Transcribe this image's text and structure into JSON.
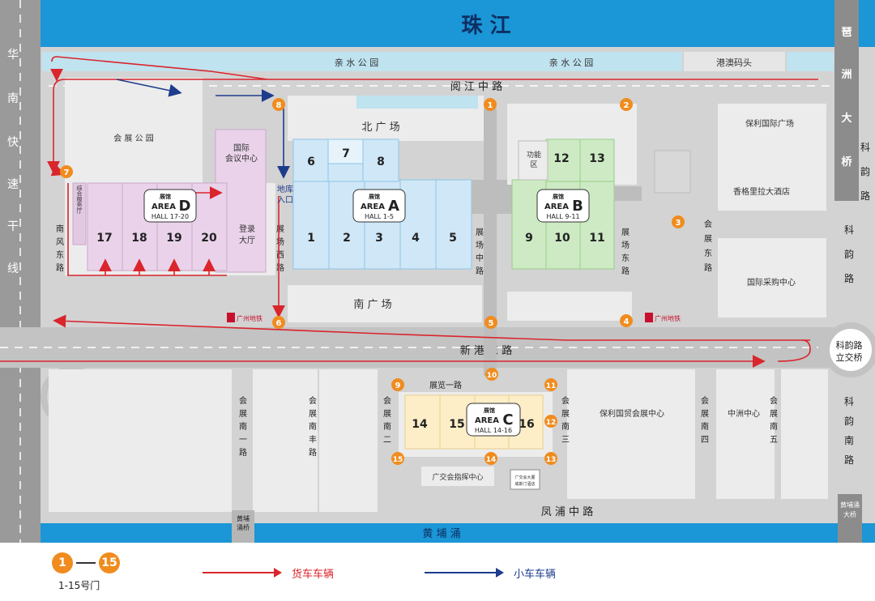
{
  "colors": {
    "river": "#1b96d6",
    "road": "#d3d3d3",
    "block": "#ececec",
    "hall_a": "#cfe7f7",
    "hall_b": "#cdeac4",
    "hall_c": "#fdeec7",
    "hall_d": "#ead3ea",
    "gate": "#f08c1e",
    "truck_route": "#d9252c",
    "car_route": "#1e3c8c"
  },
  "river_north": "珠 江",
  "river_south": "黄 埔 涌",
  "parks": {
    "qinshui_1": "亲 水 公 园",
    "qinshui_2": "亲 水 公 园",
    "gangao_pier": "港澳码头"
  },
  "roads": {
    "yuejiang": "阅 江 中 路",
    "xingang": "新 港 东 路",
    "fengpu": "凤 浦 中 路",
    "zhanlan_yi": "展览一路",
    "huanan": [
      "华",
      "南",
      "快",
      "速",
      "干",
      "线"
    ],
    "pazhou_bridge": [
      "琶",
      "洲",
      "大",
      "桥"
    ],
    "keyun": [
      "科",
      "韵",
      "路"
    ],
    "keyun_south": [
      "科",
      "韵",
      "南",
      "路"
    ],
    "keyun_overpass": [
      "科韵路",
      "立交桥"
    ],
    "nanfeng_east": [
      "南",
      "风",
      "东",
      "路"
    ],
    "zhanchang_west": [
      "展",
      "场",
      "西",
      "路"
    ],
    "zhanchang_mid": [
      "展",
      "场",
      "中",
      "路"
    ],
    "zhanchang_east": [
      "展",
      "场",
      "东",
      "路"
    ],
    "huizhan_east": [
      "会",
      "展",
      "东",
      "路"
    ],
    "huizhan_south_1": [
      "会",
      "展",
      "南",
      "一",
      "路"
    ],
    "huizhan_south_feng": [
      "会",
      "展",
      "南",
      "丰",
      "路"
    ],
    "huizhan_south_2": [
      "会",
      "展",
      "南",
      "二",
      "路"
    ],
    "huizhan_south_3": [
      "会",
      "展",
      "南",
      "三",
      "路"
    ],
    "huizhan_south_4": [
      "会",
      "展",
      "南",
      "四",
      "路"
    ],
    "huizhan_south_5": [
      "会",
      "展",
      "南",
      "五",
      "路"
    ],
    "huangpuyong_bridge_1": [
      "黄埔",
      "涌桥"
    ],
    "huangpuyong_bridge_2": [
      "黄埔涌",
      "大桥"
    ]
  },
  "places": {
    "huizhan_park": "会 展 公 园",
    "intl_conf": [
      "国际",
      "会议中心"
    ],
    "registration": [
      "登录",
      "大厅"
    ],
    "service_building": "综合服务厅",
    "north_plaza": "北      广      场",
    "south_plaza": "南      广      场",
    "function_zone": [
      "功能",
      "区"
    ],
    "poly_plaza": "保利国际广场",
    "shangri_la": "香格里拉大酒店",
    "intl_purchase": "国际采购中心",
    "poly_world_trade": "保利国贸会展中心",
    "zhongzhou": "中洲中心",
    "command_center": "广交会指挥中心",
    "canton_hotel": [
      "广交会大厦",
      "威斯汀酒店"
    ],
    "metro": "广州地铁",
    "underground_entrance": [
      "地库",
      "入口"
    ]
  },
  "areas": {
    "A": {
      "cn": "展馆",
      "title": "AREA",
      "letter": "A",
      "halls": "HALL 1-5"
    },
    "B": {
      "cn": "展馆",
      "title": "AREA",
      "letter": "B",
      "halls": "HALL 9-11"
    },
    "C": {
      "cn": "展馆",
      "title": "AREA",
      "letter": "C",
      "halls": "HALL 14-16"
    },
    "D": {
      "cn": "展馆",
      "title": "AREA",
      "letter": "D",
      "halls": "HALL 17-20"
    }
  },
  "hall_numbers": {
    "h1": "1",
    "h2": "2",
    "h3": "3",
    "h4": "4",
    "h5": "5",
    "h6": "6",
    "h7": "7",
    "h8": "8",
    "h9": "9",
    "h10": "10",
    "h11": "11",
    "h12": "12",
    "h13": "13",
    "h14": "14",
    "h15": "15",
    "h16": "16",
    "h17": "17",
    "h18": "18",
    "h19": "19",
    "h20": "20"
  },
  "gates": {
    "g1": "1",
    "g2": "2",
    "g3": "3",
    "g4": "4",
    "g5": "5",
    "g6": "6",
    "g7": "7",
    "g8": "8",
    "g9": "9",
    "g10": "10",
    "g11": "11",
    "g12": "12",
    "g13": "13",
    "g14": "14",
    "g15": "15"
  },
  "legend": {
    "gate_start": "1",
    "gate_end": "15",
    "gate_caption": "1-15号门",
    "truck": "货车车辆",
    "car": "小车车辆"
  }
}
